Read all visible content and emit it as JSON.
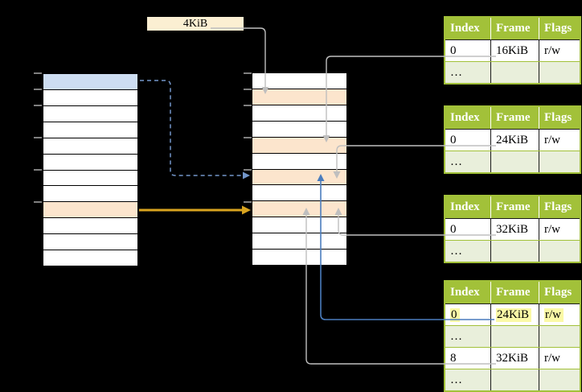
{
  "size_label": "4KiB",
  "memory_columns": {
    "left": {
      "rows": [
        "blue",
        "white",
        "white",
        "white",
        "white",
        "white",
        "white",
        "white",
        "orange",
        "white",
        "white",
        "white"
      ]
    },
    "middle": {
      "rows": [
        "white",
        "orange",
        "white",
        "white",
        "orange",
        "white",
        "orange",
        "white",
        "orange",
        "white",
        "white",
        "white"
      ]
    }
  },
  "page_tables": [
    {
      "header": [
        "Index",
        "Frame",
        "Flags"
      ],
      "rows": [
        {
          "cells": [
            "0",
            "16KiB",
            "r/w"
          ]
        },
        {
          "cells": [
            "…",
            "",
            ""
          ]
        }
      ]
    },
    {
      "header": [
        "Index",
        "Frame",
        "Flags"
      ],
      "rows": [
        {
          "cells": [
            "0",
            "24KiB",
            "r/w"
          ]
        },
        {
          "cells": [
            "…",
            "",
            ""
          ]
        }
      ]
    },
    {
      "header": [
        "Index",
        "Frame",
        "Flags"
      ],
      "rows": [
        {
          "cells": [
            "0",
            "32KiB",
            "r/w"
          ]
        },
        {
          "cells": [
            "…",
            "",
            ""
          ]
        }
      ]
    },
    {
      "header": [
        "Index",
        "Frame",
        "Flags"
      ],
      "rows": [
        {
          "cells": [
            "0",
            "24KiB",
            "r/w"
          ],
          "highlight": true
        },
        {
          "cells": [
            "…",
            "",
            ""
          ]
        },
        {
          "cells": [
            "8",
            "32KiB",
            "r/w"
          ]
        },
        {
          "cells": [
            "…",
            "",
            ""
          ]
        }
      ]
    }
  ],
  "colors": {
    "header-green": "#A2C139",
    "row-ltgreen": "#E9EFDB",
    "row-orange": "#FCE5CD",
    "row-blue": "#CDDDF2",
    "cream": "#FBEFD2",
    "yellow-hl": "#FBF9A6",
    "gray-line": "#BFBFBF",
    "blue-arrow": "#4A7CBD",
    "blue-dashed": "#7396C9",
    "gold": "#D9A41F"
  }
}
